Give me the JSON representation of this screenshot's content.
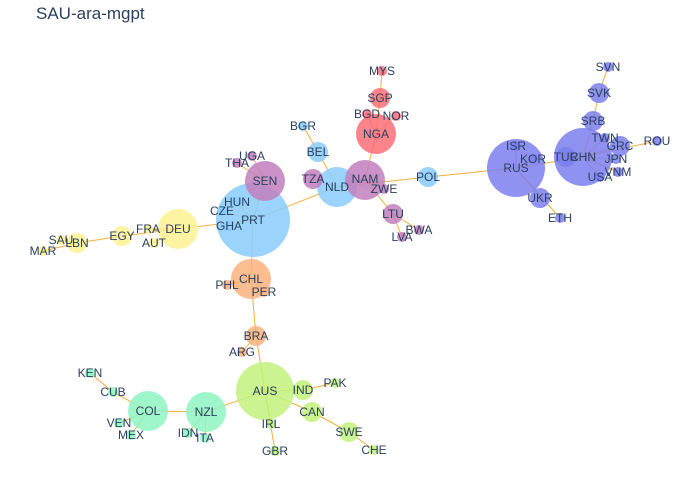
{
  "title": "SAU-ara-mgpt",
  "colors": {
    "edge": "#f2b13b",
    "blue": "#88cdfb",
    "orange": "#fbb27d",
    "yellow": "#fdf290",
    "green": "#c2f27e",
    "mint": "#8ff5c2",
    "purple": "#c27fbd",
    "red": "#fb6f76",
    "indigo": "#7b7fef"
  },
  "nodes": [
    {
      "id": "PRT",
      "group": "blue",
      "size": 5
    },
    {
      "id": "HUN",
      "group": "blue",
      "size": 1
    },
    {
      "id": "CZE",
      "group": "blue",
      "size": 1
    },
    {
      "id": "GHA",
      "group": "blue",
      "size": 1
    },
    {
      "id": "BGR",
      "group": "blue",
      "size": 1
    },
    {
      "id": "BEL",
      "group": "blue",
      "size": 2
    },
    {
      "id": "NLD",
      "group": "blue",
      "size": 3
    },
    {
      "id": "POL",
      "group": "blue",
      "size": 2
    },
    {
      "id": "SEN",
      "group": "purple",
      "size": 3
    },
    {
      "id": "UGA",
      "group": "purple",
      "size": 1
    },
    {
      "id": "THA",
      "group": "purple",
      "size": 1
    },
    {
      "id": "TZA",
      "group": "purple",
      "size": 2
    },
    {
      "id": "NAM",
      "group": "purple",
      "size": 3
    },
    {
      "id": "ZWE",
      "group": "purple",
      "size": 1
    },
    {
      "id": "LTU",
      "group": "purple",
      "size": 2
    },
    {
      "id": "LVA",
      "group": "purple",
      "size": 1
    },
    {
      "id": "BWA",
      "group": "purple",
      "size": 1
    },
    {
      "id": "NGA",
      "group": "red",
      "size": 3
    },
    {
      "id": "SGP",
      "group": "red",
      "size": 2
    },
    {
      "id": "MYS",
      "group": "red",
      "size": 1
    },
    {
      "id": "BGD",
      "group": "red",
      "size": 1
    },
    {
      "id": "NOR",
      "group": "red",
      "size": 1
    },
    {
      "id": "RUS",
      "group": "indigo",
      "size": 4
    },
    {
      "id": "ISR",
      "group": "indigo",
      "size": 1
    },
    {
      "id": "KOR",
      "group": "indigo",
      "size": 1
    },
    {
      "id": "UKR",
      "group": "indigo",
      "size": 2
    },
    {
      "id": "ETH",
      "group": "indigo",
      "size": 1
    },
    {
      "id": "CHN",
      "group": "indigo",
      "size": 4
    },
    {
      "id": "TUR",
      "group": "indigo",
      "size": 2
    },
    {
      "id": "SVN",
      "group": "indigo",
      "size": 1
    },
    {
      "id": "SVK",
      "group": "indigo",
      "size": 2
    },
    {
      "id": "SRB",
      "group": "indigo",
      "size": 2
    },
    {
      "id": "TWN",
      "group": "indigo",
      "size": 1
    },
    {
      "id": "ROU",
      "group": "indigo",
      "size": 1
    },
    {
      "id": "GRC",
      "group": "indigo",
      "size": 2
    },
    {
      "id": "JPN",
      "group": "indigo",
      "size": 1
    },
    {
      "id": "VNM",
      "group": "indigo",
      "size": 1
    },
    {
      "id": "USA",
      "group": "indigo",
      "size": 1
    },
    {
      "id": "DEU",
      "group": "yellow",
      "size": 3
    },
    {
      "id": "EGY",
      "group": "yellow",
      "size": 2
    },
    {
      "id": "FRA",
      "group": "yellow",
      "size": 1
    },
    {
      "id": "AUT",
      "group": "yellow",
      "size": 1
    },
    {
      "id": "LBN",
      "group": "yellow",
      "size": 2
    },
    {
      "id": "SAU",
      "group": "yellow",
      "size": 1
    },
    {
      "id": "MAR",
      "group": "yellow",
      "size": 1
    },
    {
      "id": "CHL",
      "group": "orange",
      "size": 3
    },
    {
      "id": "PHL",
      "group": "orange",
      "size": 1
    },
    {
      "id": "PER",
      "group": "orange",
      "size": 1
    },
    {
      "id": "BRA",
      "group": "orange",
      "size": 2
    },
    {
      "id": "ARG",
      "group": "orange",
      "size": 1
    },
    {
      "id": "AUS",
      "group": "green",
      "size": 4
    },
    {
      "id": "IND",
      "group": "green",
      "size": 2
    },
    {
      "id": "PAK",
      "group": "green",
      "size": 1
    },
    {
      "id": "CAN",
      "group": "green",
      "size": 2
    },
    {
      "id": "IRL",
      "group": "green",
      "size": 1
    },
    {
      "id": "GBR",
      "group": "green",
      "size": 1
    },
    {
      "id": "SWE",
      "group": "green",
      "size": 2
    },
    {
      "id": "CHE",
      "group": "green",
      "size": 1
    },
    {
      "id": "COL",
      "group": "mint",
      "size": 3
    },
    {
      "id": "NZL",
      "group": "mint",
      "size": 3
    },
    {
      "id": "CUB",
      "group": "mint",
      "size": 1
    },
    {
      "id": "KEN",
      "group": "mint",
      "size": 1
    },
    {
      "id": "VEN",
      "group": "mint",
      "size": 1
    },
    {
      "id": "MEX",
      "group": "mint",
      "size": 1
    },
    {
      "id": "IDN",
      "group": "mint",
      "size": 1
    },
    {
      "id": "ITA",
      "group": "mint",
      "size": 1
    }
  ],
  "edges": [
    [
      "PRT",
      "HUN"
    ],
    [
      "PRT",
      "CZE"
    ],
    [
      "PRT",
      "GHA"
    ],
    [
      "PRT",
      "SEN"
    ],
    [
      "PRT",
      "NLD"
    ],
    [
      "PRT",
      "DEU"
    ],
    [
      "PRT",
      "CHL"
    ],
    [
      "SEN",
      "UGA"
    ],
    [
      "SEN",
      "THA"
    ],
    [
      "NLD",
      "BEL"
    ],
    [
      "BEL",
      "BGR"
    ],
    [
      "NLD",
      "TZA"
    ],
    [
      "NLD",
      "NAM"
    ],
    [
      "NLD",
      "POL"
    ],
    [
      "NAM",
      "NGA"
    ],
    [
      "NAM",
      "ZWE"
    ],
    [
      "NAM",
      "LTU"
    ],
    [
      "LTU",
      "BWA"
    ],
    [
      "LTU",
      "LVA"
    ],
    [
      "NGA",
      "SGP"
    ],
    [
      "SGP",
      "MYS"
    ],
    [
      "NGA",
      "BGD"
    ],
    [
      "NGA",
      "NOR"
    ],
    [
      "POL",
      "RUS"
    ],
    [
      "RUS",
      "ISR"
    ],
    [
      "RUS",
      "KOR"
    ],
    [
      "RUS",
      "UKR"
    ],
    [
      "RUS",
      "ETH"
    ],
    [
      "RUS",
      "CHN"
    ],
    [
      "CHN",
      "TUR"
    ],
    [
      "CHN",
      "SRB"
    ],
    [
      "SRB",
      "SVK"
    ],
    [
      "SVK",
      "SVN"
    ],
    [
      "CHN",
      "TWN"
    ],
    [
      "CHN",
      "GRC"
    ],
    [
      "CHN",
      "ROU"
    ],
    [
      "CHN",
      "JPN"
    ],
    [
      "CHN",
      "VNM"
    ],
    [
      "CHN",
      "USA"
    ],
    [
      "DEU",
      "FRA"
    ],
    [
      "DEU",
      "AUT"
    ],
    [
      "DEU",
      "EGY"
    ],
    [
      "EGY",
      "LBN"
    ],
    [
      "LBN",
      "SAU"
    ],
    [
      "LBN",
      "MAR"
    ],
    [
      "CHL",
      "PHL"
    ],
    [
      "CHL",
      "PER"
    ],
    [
      "CHL",
      "BRA"
    ],
    [
      "BRA",
      "ARG"
    ],
    [
      "BRA",
      "AUS"
    ],
    [
      "AUS",
      "IND"
    ],
    [
      "IND",
      "PAK"
    ],
    [
      "AUS",
      "CAN"
    ],
    [
      "CAN",
      "SWE"
    ],
    [
      "SWE",
      "CHE"
    ],
    [
      "AUS",
      "IRL"
    ],
    [
      "AUS",
      "GBR"
    ],
    [
      "AUS",
      "NZL"
    ],
    [
      "NZL",
      "COL"
    ],
    [
      "NZL",
      "IDN"
    ],
    [
      "NZL",
      "ITA"
    ],
    [
      "COL",
      "CUB"
    ],
    [
      "CUB",
      "KEN"
    ],
    [
      "COL",
      "VEN"
    ],
    [
      "COL",
      "MEX"
    ]
  ]
}
